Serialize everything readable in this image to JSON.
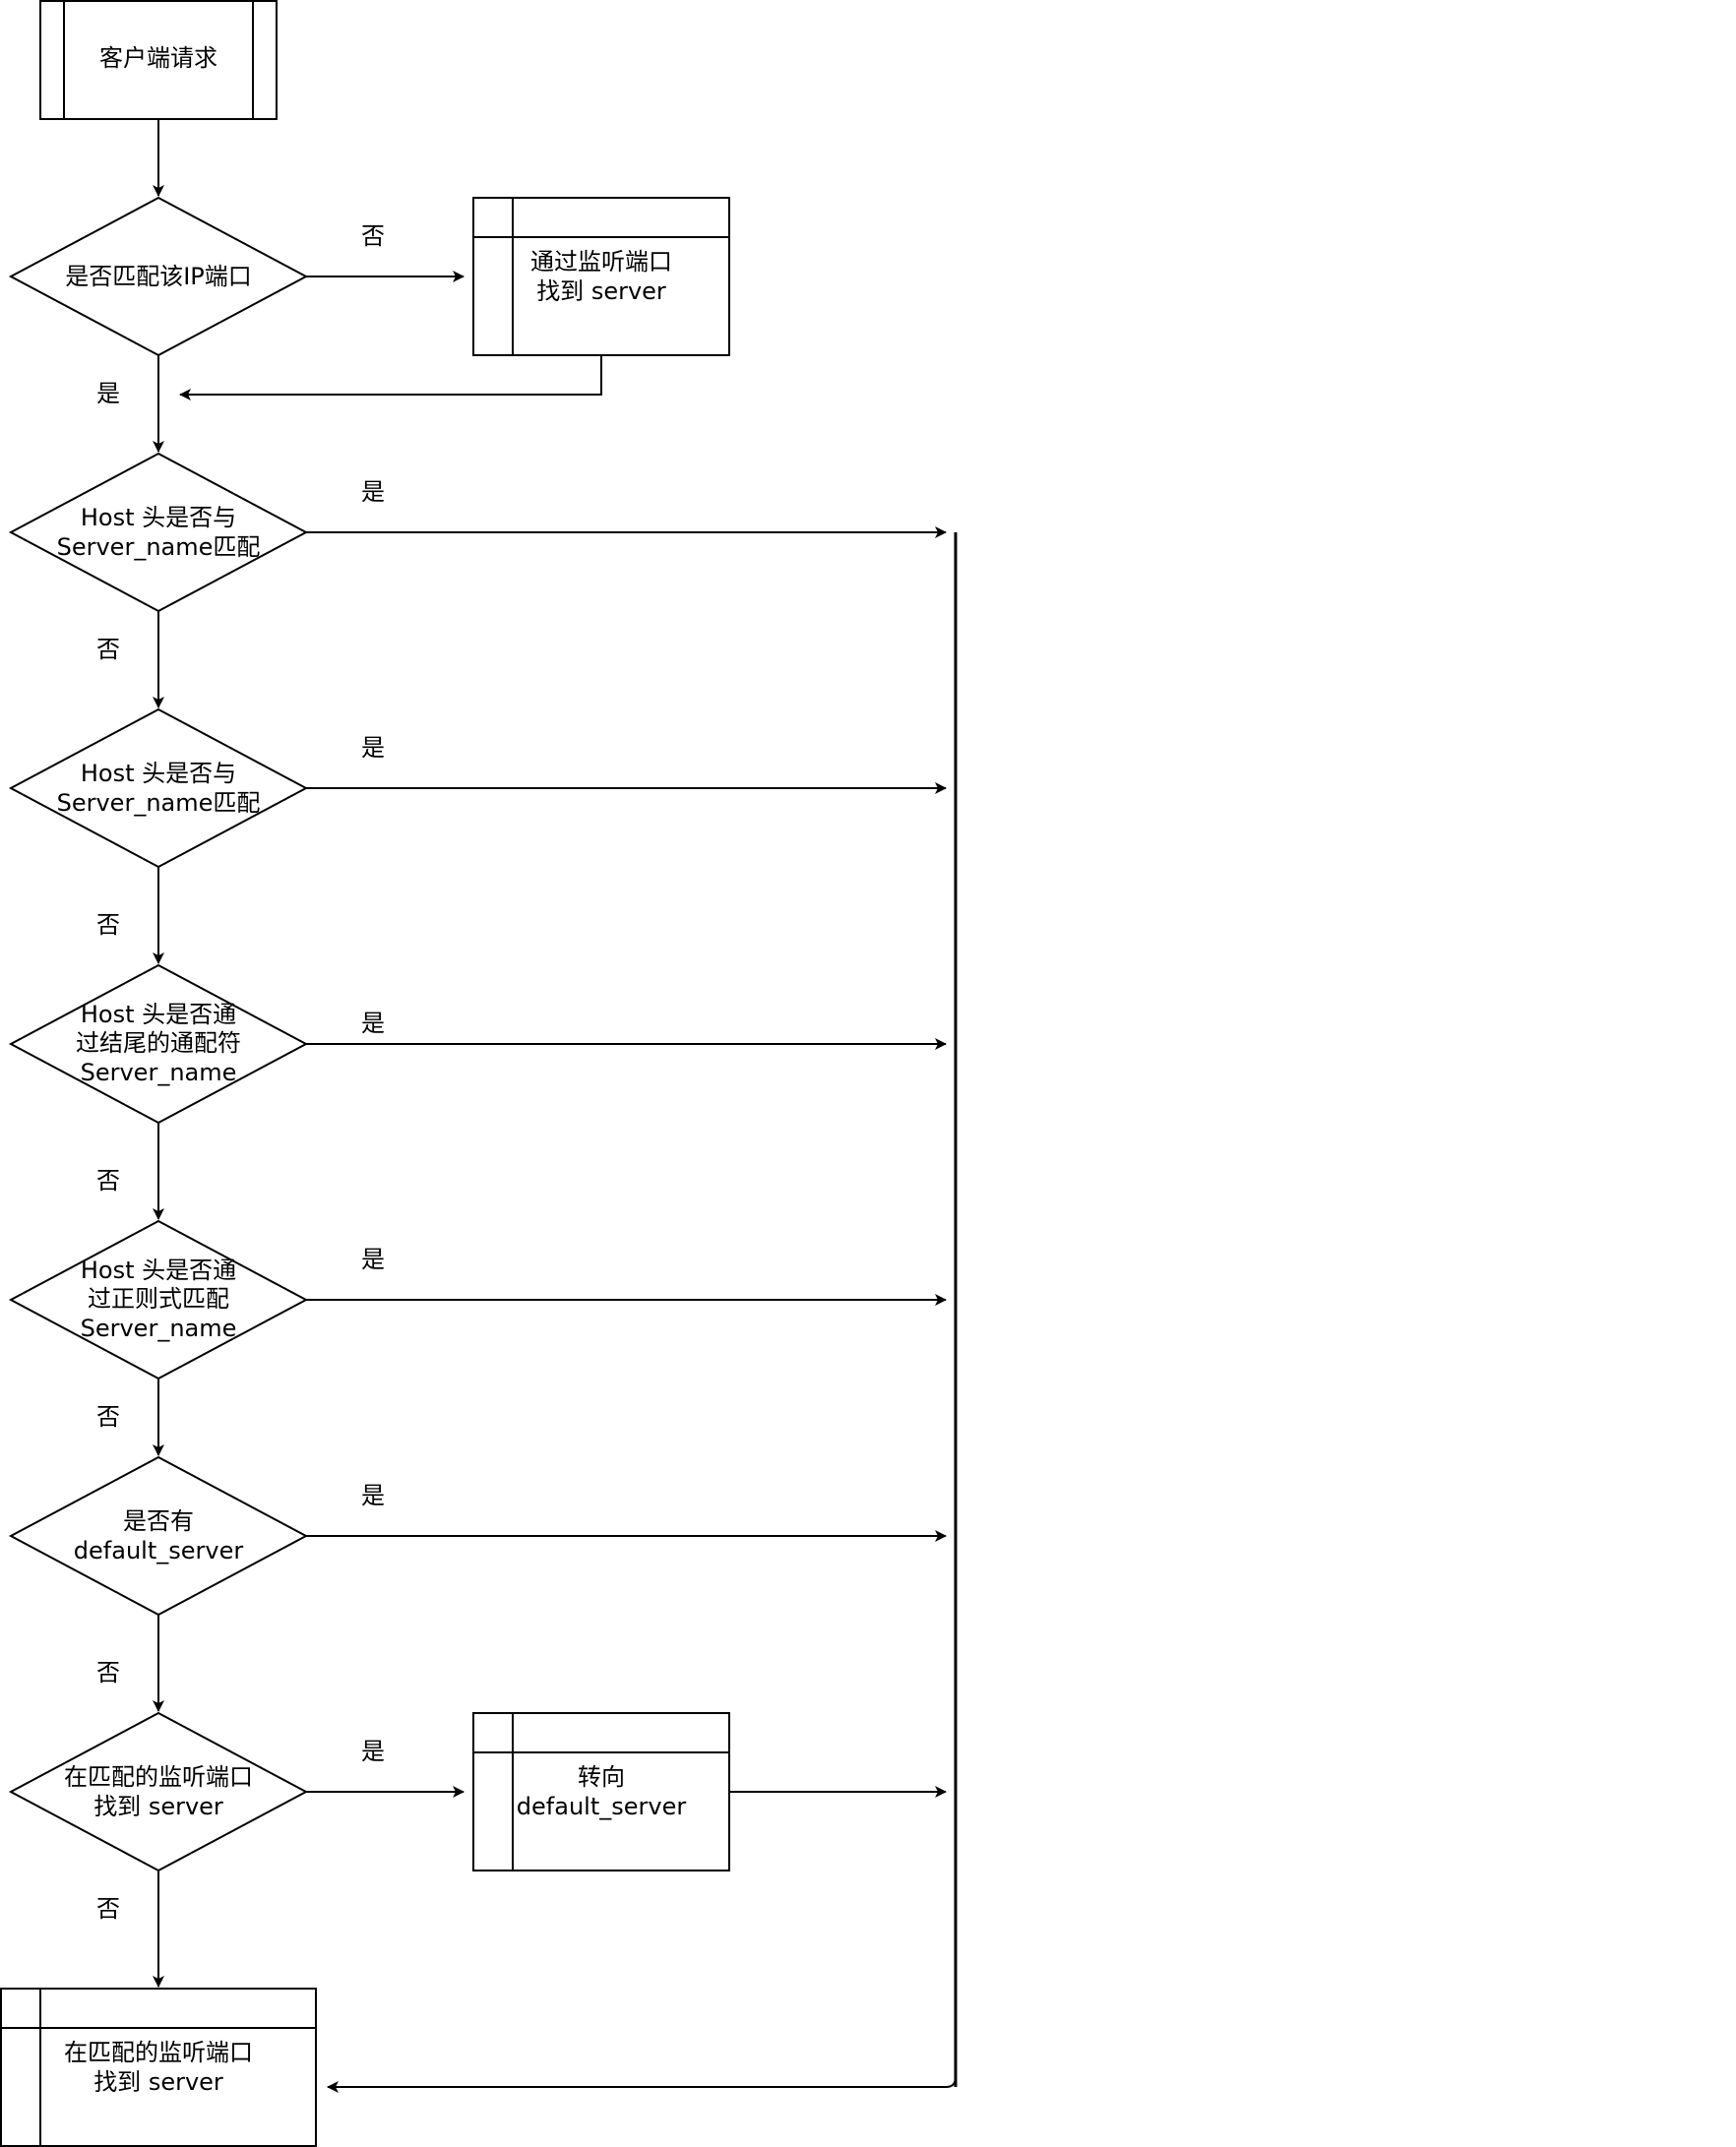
{
  "diagram": {
    "start": {
      "label": "客户端请求"
    },
    "decision_ip": {
      "lines": [
        "是否匹配该IP端口"
      ]
    },
    "box_listen": {
      "lines": [
        "通过监听端口",
        "找到 server"
      ]
    },
    "decision_exact": {
      "lines": [
        "Host 头是否与",
        "Server_name匹配"
      ]
    },
    "decision_exact2": {
      "lines": [
        "Host 头是否与",
        "Server_name匹配"
      ]
    },
    "decision_suffix": {
      "lines": [
        "Host 头是否通",
        "过结尾的通配符",
        "Server_name"
      ]
    },
    "decision_regex": {
      "lines": [
        "Host 头是否通",
        "过正则式匹配",
        "Server_name"
      ]
    },
    "decision_default": {
      "lines": [
        "是否有",
        "default_server"
      ]
    },
    "decision_listen": {
      "lines": [
        "在匹配的监听端口",
        "找到 server"
      ]
    },
    "box_redirect": {
      "lines": [
        "转向",
        "default_server"
      ]
    },
    "box_final": {
      "lines": [
        "在匹配的监听端口",
        "找到 server"
      ]
    },
    "edge_labels": {
      "yes": "是",
      "no": "否"
    }
  }
}
